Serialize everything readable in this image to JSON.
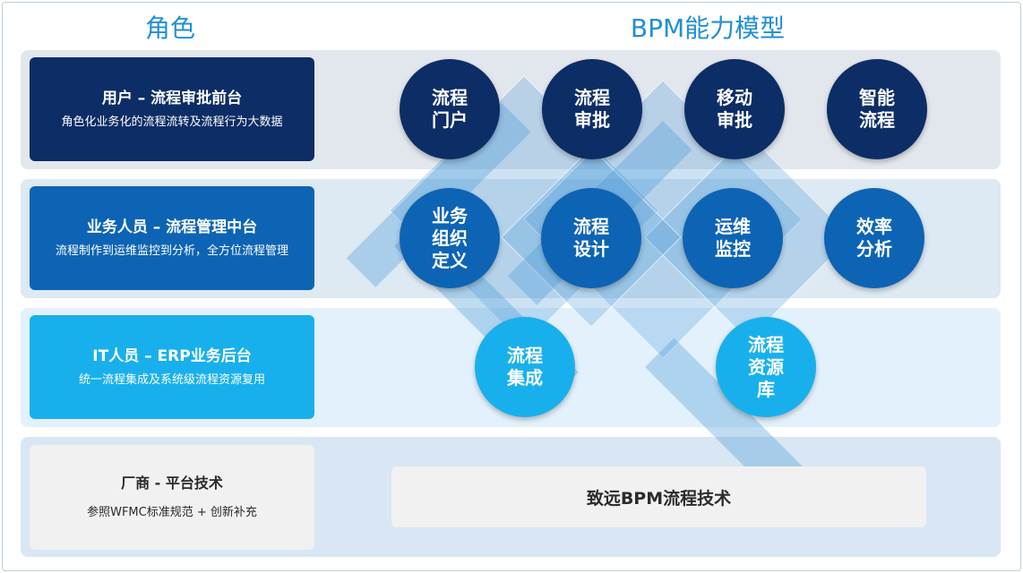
{
  "headers": {
    "role": "角色",
    "bpm": "BPM能力模型"
  },
  "roles": [
    {
      "title": "用户 – 流程审批前台",
      "desc": "角色化业务化的流程流转及流程行为大数据"
    },
    {
      "title": "业务人员 – 流程管理中台",
      "desc": "流程制作到运维监控到分析，全方位流程管理"
    },
    {
      "title": "IT人员 – ERP业务后台",
      "desc": "统一流程集成及系统级流程资源复用"
    },
    {
      "title": "厂商 - 平台技术",
      "desc": "参照WFMC标准规范 + 创新补充"
    }
  ],
  "capabilities": {
    "portal": "流程\n门户",
    "approval": "流程\n审批",
    "mobile": "移动\n审批",
    "smart": "智能\n流程",
    "org": "业务\n组织\n定义",
    "design": "流程\n设计",
    "monitor": "运维\n监控",
    "analysis": "效率\n分析",
    "integration": "流程\n集成",
    "library": "流程\n资源\n库"
  },
  "technology": "致远BPM流程技术",
  "colors": {
    "dark_navy": "#0d2d66",
    "mid_blue": "#0d64b4",
    "light_blue": "#18b0ec",
    "heading_blue": "#1f8fd6"
  }
}
